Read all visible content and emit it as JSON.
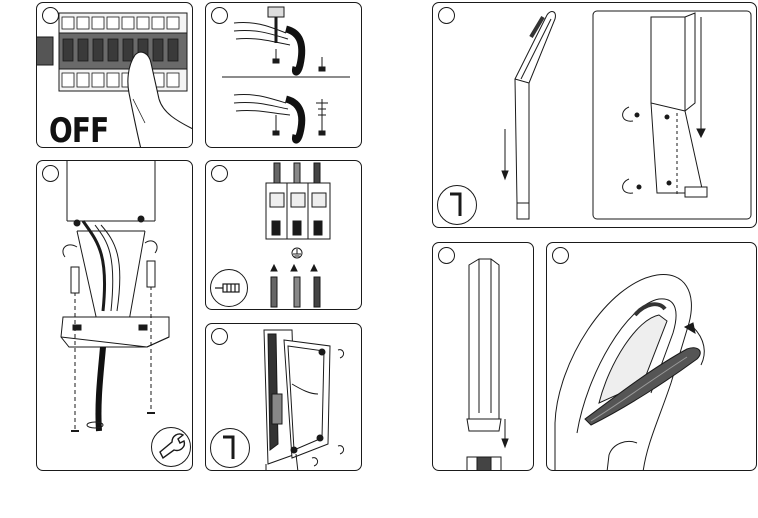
{
  "page": {
    "background": "#ffffff",
    "line_color": "#1a1a1a"
  },
  "panels": [
    {
      "id": "p1",
      "off_label": "OFF",
      "icons": [
        "circuit-breaker-icon",
        "hand-icon"
      ]
    },
    {
      "id": "p2",
      "icons": [
        "cable-icon",
        "screw-icon"
      ]
    },
    {
      "id": "p3",
      "icons": [
        "mounting-bracket-icon",
        "anchor-bolt-icon",
        "wrench-icon"
      ]
    },
    {
      "id": "p4",
      "icons": [
        "terminal-block-icon",
        "ground-symbol-icon",
        "screwdriver-icon"
      ]
    },
    {
      "id": "p5",
      "icons": [
        "driver-gear-tray-icon",
        "rotate-arrow-icon",
        "hex-key-icon"
      ]
    },
    {
      "id": "p6",
      "icons": [
        "pole-icon",
        "hex-key-icon"
      ]
    },
    {
      "id": "p7",
      "icons": [
        "pole-base-icon",
        "rotate-arrow-icon"
      ]
    },
    {
      "id": "p8",
      "icons": [
        "pole-tube-icon"
      ]
    },
    {
      "id": "p9",
      "icons": [
        "luminaire-head-icon",
        "rotate-arrow-icon"
      ]
    }
  ]
}
